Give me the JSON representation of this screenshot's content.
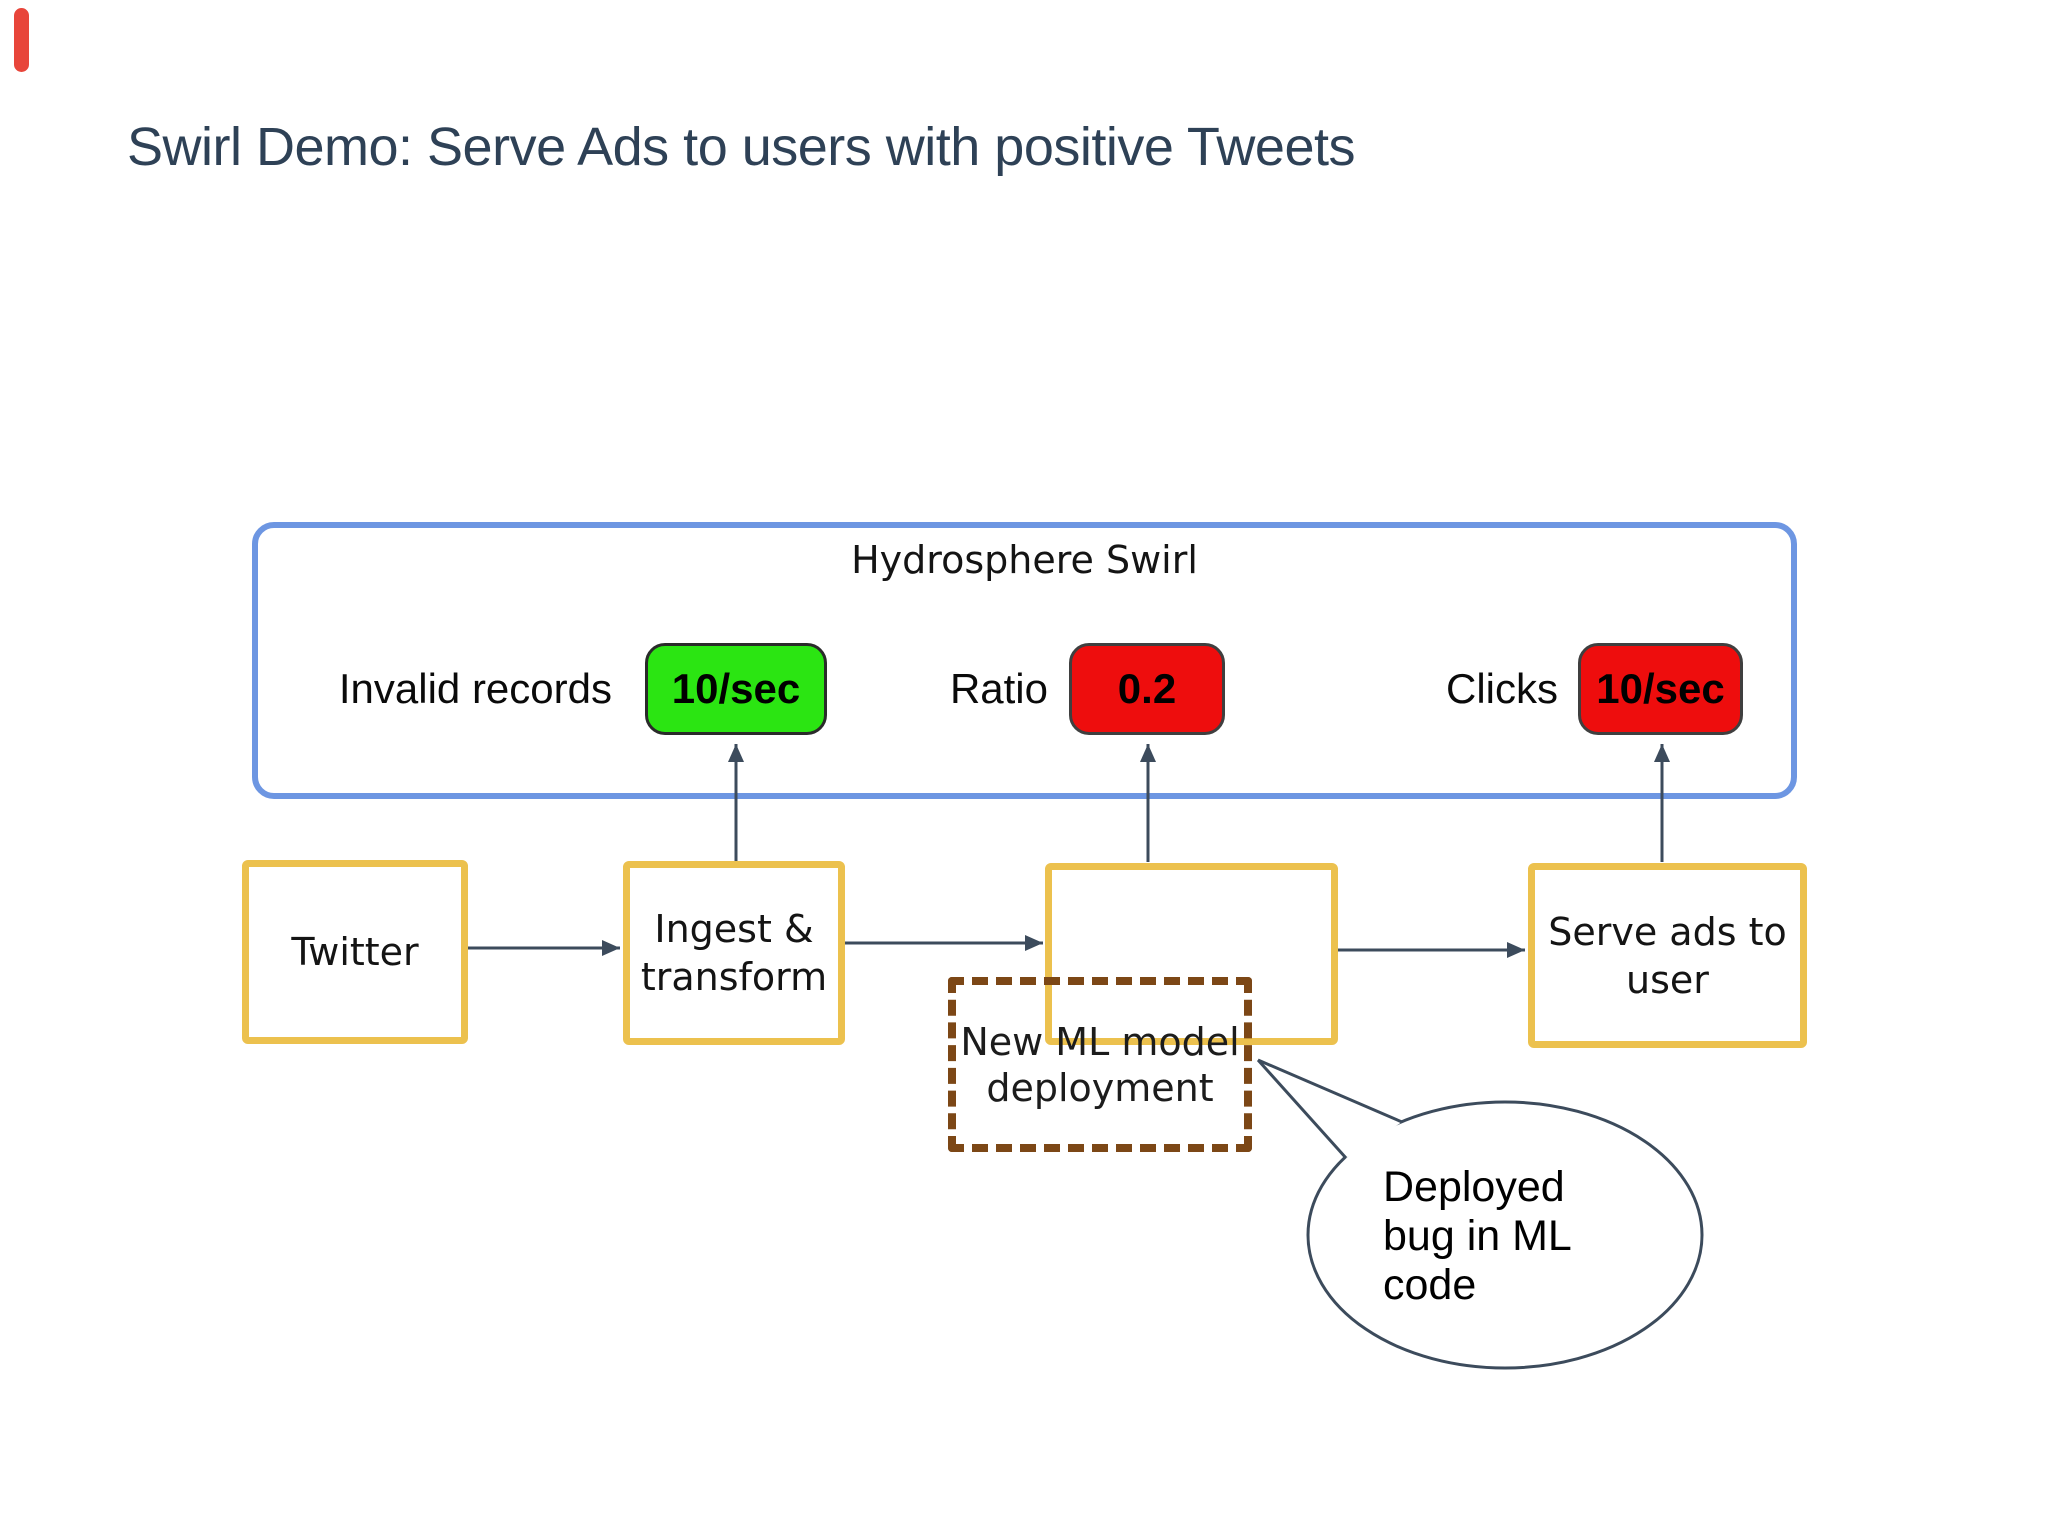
{
  "slide": {
    "title": "Swirl Demo: Serve Ads to users with positive Tweets",
    "corner_marker_color": "#e8453a",
    "title_color": "#2e4156"
  },
  "panel": {
    "title": "Hydrosphere Swirl",
    "border_color": "#6d96e2",
    "metrics": [
      {
        "label": "Invalid records",
        "value": "10/sec",
        "color": "#2be512"
      },
      {
        "label": "Ratio",
        "value": "0.2",
        "color": "#ee0d0d"
      },
      {
        "label": "Clicks",
        "value": "10/sec",
        "color": "#ee0d0d"
      }
    ]
  },
  "pipeline": {
    "border_color": "#ecc14e",
    "nodes": [
      {
        "id": "twitter",
        "lines": [
          "Twitter"
        ]
      },
      {
        "id": "ingest",
        "lines": [
          "Ingest &",
          "transform"
        ]
      },
      {
        "id": "model",
        "lines": []
      },
      {
        "id": "serve",
        "lines": [
          "Serve ads to",
          "user"
        ]
      }
    ]
  },
  "deployment": {
    "lines": [
      "New ML model",
      "deployment"
    ],
    "border_color": "#7c4716"
  },
  "callout": {
    "lines": [
      "Deployed",
      "bug in ML",
      "code"
    ],
    "stroke_color": "#3c4b5c"
  },
  "connector_color": "#3c4b5c"
}
